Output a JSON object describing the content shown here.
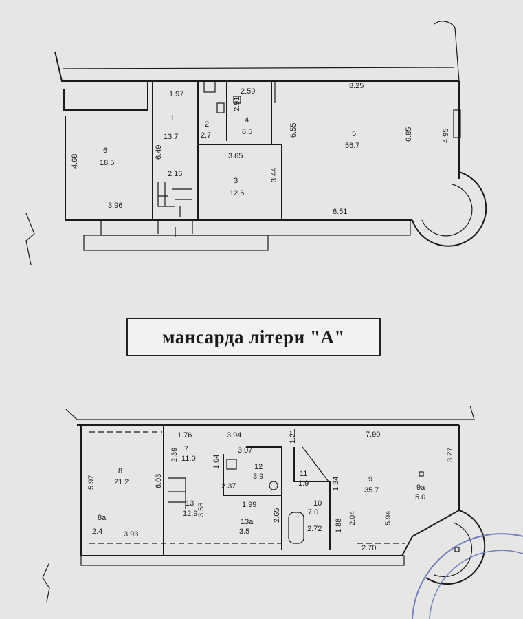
{
  "caption": "мансарда літери \"А\"",
  "accent_colors": {
    "ink": "#1a1a1a",
    "paper": "#e6e6e4",
    "stamp": "#6f7fbf"
  },
  "upper_plan": {
    "rooms": [
      {
        "number": "1",
        "area": "13.7"
      },
      {
        "number": "2",
        "area": "2.7"
      },
      {
        "number": "3",
        "area": "12.6"
      },
      {
        "number": "4",
        "area": "6.5"
      },
      {
        "number": "5",
        "area": "56.7"
      },
      {
        "number": "6",
        "area": "18.5"
      }
    ],
    "dimensions": [
      "1.97",
      "2.59",
      "8.25",
      "2.91",
      "6.49",
      "2.16",
      "3.65",
      "3.44",
      "6.55",
      "6.85",
      "4.95",
      "4.68",
      "3.96",
      "6.51"
    ]
  },
  "lower_plan": {
    "rooms": [
      {
        "number": "7",
        "area": "11.0"
      },
      {
        "number": "8",
        "area": "21.2"
      },
      {
        "number": "8а",
        "area": "2.4"
      },
      {
        "number": "9",
        "area": "35.7"
      },
      {
        "number": "9а",
        "area": "5.0"
      },
      {
        "number": "10",
        "area": "7.0"
      },
      {
        "number": "11",
        "area": "1.9"
      },
      {
        "number": "12",
        "area": "3.9"
      },
      {
        "number": "13",
        "area": "12.9"
      },
      {
        "number": "13а",
        "area": "3.5"
      }
    ],
    "dimensions": [
      "1.76",
      "3.94",
      "1.21",
      "7.90",
      "3.27",
      "2.39",
      "1.04",
      "3.07",
      "5.97",
      "6.03",
      "2.37",
      "1.34",
      "3.58",
      "1.99",
      "2.65",
      "2.04",
      "5.94",
      "3.93",
      "2.72",
      "1.88",
      "2.70"
    ]
  }
}
